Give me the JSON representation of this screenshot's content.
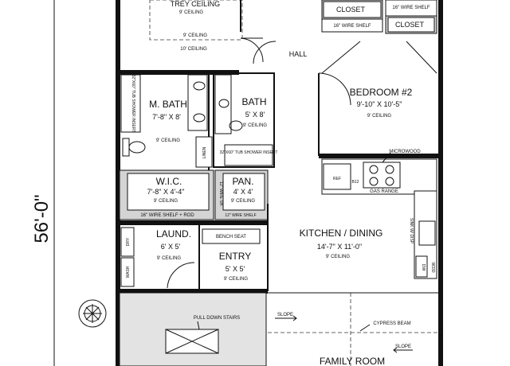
{
  "overall_dimension": "56'-0\"",
  "rooms": {
    "master": {
      "title": "TREY CEILING",
      "ceiling_inner": "9' CEILING",
      "ceiling_mid": "9' CEILING",
      "ceiling_outer": "10' CEILING"
    },
    "hall": {
      "title": "HALL"
    },
    "closet1": {
      "title": "CLOSET",
      "shelf": "16\" WIRE SHELF"
    },
    "closet2": {
      "title": "CLOSET",
      "shelf": "16\" WIRE SHELF"
    },
    "bedroom2": {
      "title": "BEDROOM #2",
      "size": "9'-10\" X 10'-5\"",
      "ceiling": "9' CEILING"
    },
    "mbath": {
      "title": "M. BATH",
      "size": "7'-8\" X 8'",
      "ceiling": "9' CEILING",
      "shower": "32\"X60\" TUB SHOWER INSERT"
    },
    "bath": {
      "title": "BATH",
      "size": "5' X 8'",
      "ceiling": "9' CEILING",
      "tub": "32\"X60\" TUB SHOWER INSERT",
      "linen": "LINEN"
    },
    "wic": {
      "title": "W.I.C.",
      "size": "7'-8\" X 4'-4\"",
      "ceiling": "9' CEILING",
      "shelf": "16\" WIRE SHELF + ROD"
    },
    "pantry": {
      "title": "PAN.",
      "size": "4' X 4'",
      "ceiling": "9' CEILING",
      "shelf_h": "12\" WIRE SHELF",
      "shelf_v": "12\" WIRE SH."
    },
    "laundry": {
      "title": "LAUND.",
      "size": "6' X 5'",
      "ceiling": "9' CEILING",
      "dryer": "DRY",
      "washer": "WASH"
    },
    "entry": {
      "title": "ENTRY",
      "size": "5' X 5'",
      "ceiling": "9' CEILING",
      "bench": "BENCH SEAT"
    },
    "kitchen": {
      "title": "KITCHEN / DINING",
      "size": "14'-7\" X 11'-0\"",
      "ceiling": "9' CEILING",
      "microwood": "MICROWOOD",
      "range": "GAS RANGE",
      "ref": "REF",
      "b12": "B12",
      "sink": "SINK W/ DISP",
      "dw": "DW",
      "w33": "W330"
    },
    "garage": {
      "stairs": "PULL DOWN STAIRS"
    },
    "family": {
      "title": "FAMILY ROOM",
      "slope1": "SLOPE",
      "slope2": "SLOPE",
      "beam": "CYPRESS BEAM"
    }
  }
}
